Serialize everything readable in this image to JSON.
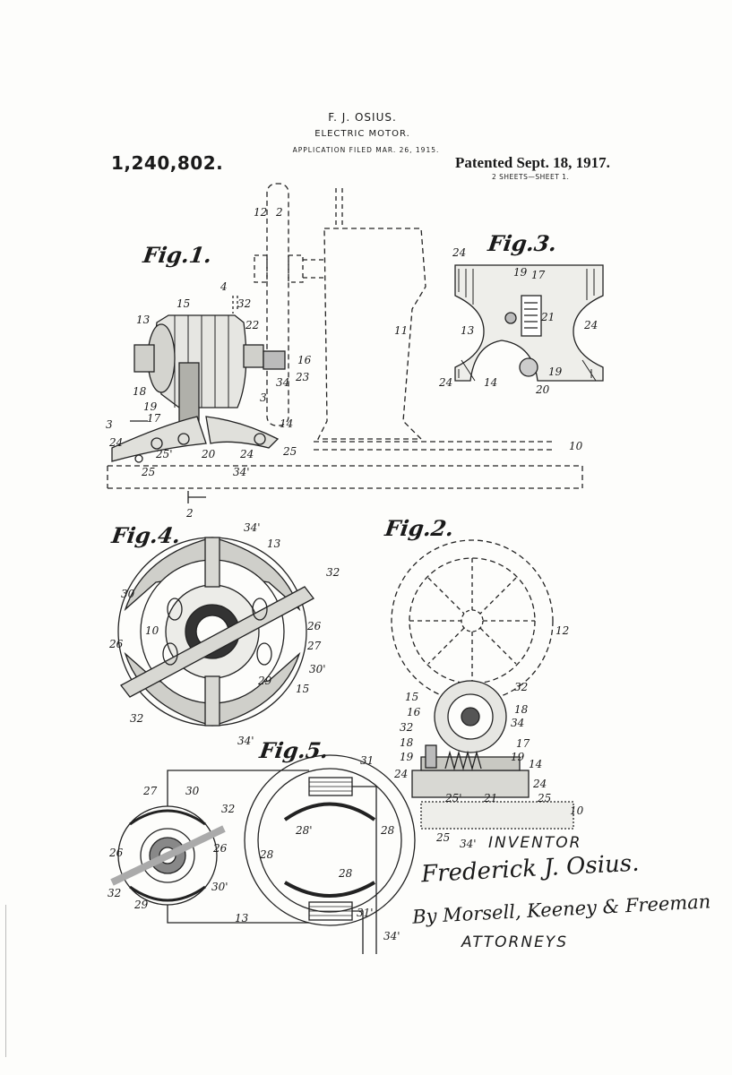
{
  "header": {
    "inventor": "F. J. OSIUS.",
    "title": "ELECTRIC MOTOR.",
    "application": "APPLICATION FILED MAR. 26, 1915.",
    "patent_number": "1,240,802.",
    "patented": "Patented Sept. 18, 1917.",
    "sheets": "2 SHEETS—SHEET 1."
  },
  "figures": {
    "fig1": "Fig.1.",
    "fig2": "Fig.2.",
    "fig3": "Fig.3.",
    "fig4": "Fig.4.",
    "fig5": "Fig.5."
  },
  "refs": {
    "fig1": [
      "12",
      "2",
      "4",
      "15",
      "32",
      "13",
      "22",
      "11",
      "16",
      "23",
      "18",
      "19",
      "17",
      "3",
      "14",
      "24",
      "25'",
      "20",
      "24",
      "25",
      "10",
      "25",
      "34'",
      "3",
      "2",
      "34"
    ],
    "fig3": [
      "24",
      "19",
      "17",
      "13",
      "21",
      "24",
      "24",
      "14",
      "19",
      "20"
    ],
    "fig4": [
      "34'",
      "13",
      "32",
      "30",
      "10",
      "26",
      "26",
      "27",
      "30'",
      "29",
      "15",
      "32",
      "34'"
    ],
    "fig2": [
      "12",
      "15",
      "32",
      "16",
      "18",
      "34",
      "32",
      "18",
      "19",
      "17",
      "19",
      "14",
      "24",
      "24",
      "25",
      "25'",
      "21",
      "10",
      "25",
      "34'"
    ],
    "fig5": [
      "31",
      "27",
      "30",
      "32",
      "28'",
      "28",
      "26",
      "26",
      "28",
      "28",
      "32",
      "30'",
      "29",
      "13",
      "31'",
      "34'"
    ]
  },
  "signature_block": {
    "inventor_label": "INVENTOR",
    "inventor_signature": "Frederick J. Osius.",
    "attorney_signature": "By Morsell, Keeney & Freeman",
    "attorneys_label": "ATTORNEYS"
  }
}
